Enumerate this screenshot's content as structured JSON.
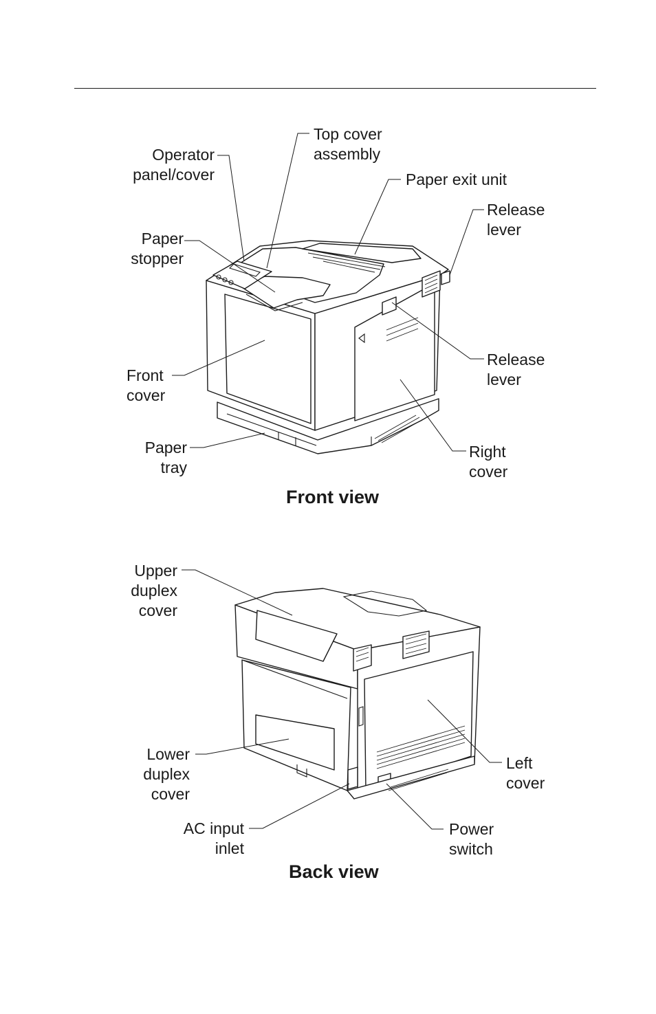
{
  "front": {
    "caption": "Front view",
    "labels": {
      "operator_panel": "Operator\npanel/cover",
      "top_cover": "Top cover\nassembly",
      "paper_exit": "Paper exit unit",
      "release_lever_top": "Release\nlever",
      "paper_stopper": "Paper\nstopper",
      "release_lever_side": "Release\nlever",
      "front_cover": "Front\ncover",
      "paper_tray": "Paper\ntray",
      "right_cover": "Right\ncover"
    }
  },
  "back": {
    "caption": "Back view",
    "labels": {
      "upper_duplex": "Upper\nduplex\ncover",
      "lower_duplex": "Lower\nduplex\ncover",
      "ac_input": "AC input\ninlet",
      "left_cover": "Left\ncover",
      "power_switch": "Power\nswitch"
    }
  }
}
